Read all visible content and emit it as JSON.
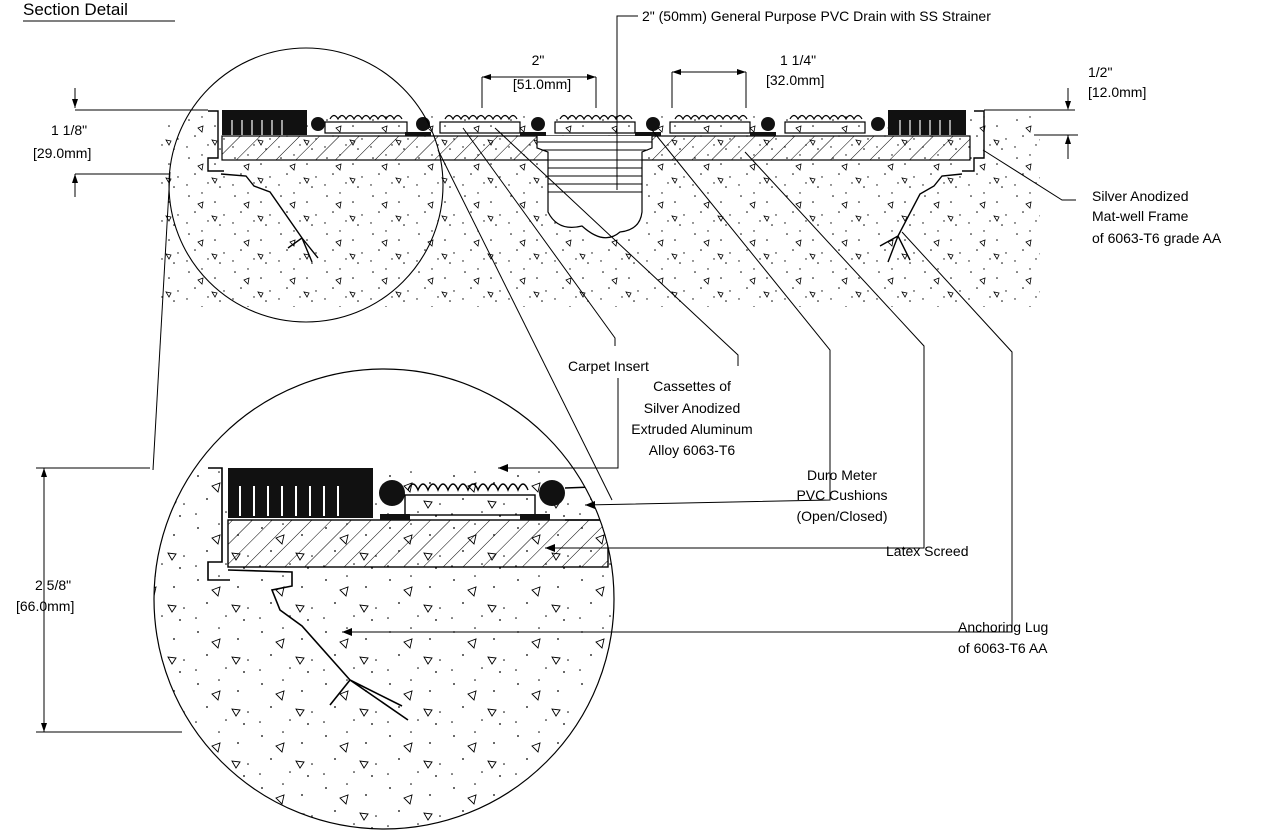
{
  "title": "Section Detail",
  "labels": {
    "drain": "2\" (50mm) General Purpose PVC Drain with SS Strainer",
    "dim_2_in": "2\"",
    "dim_2_mm": "[51.0mm]",
    "dim_114_in": "1 1/4\"",
    "dim_114_mm": "[32.0mm]",
    "dim_12_in": "1/2\"",
    "dim_12_mm": "[12.0mm]",
    "dim_118_in": "1 1/8\"",
    "dim_118_mm": "[29.0mm]",
    "dim_258_in": "2 5/8\"",
    "dim_258_mm": "[66.0mm]",
    "frame_1": "Silver Anodized",
    "frame_2": "Mat-well Frame",
    "frame_3": "of 6063-T6 grade AA",
    "carpet": "Carpet Insert",
    "cassettes_1": "Cassettes of",
    "cassettes_2": "Silver Anodized",
    "cassettes_3": "Extruded Aluminum",
    "cassettes_4": "Alloy 6063-T6",
    "duro_1": "Duro Meter",
    "duro_2": "PVC Cushions",
    "duro_3": "(Open/Closed)",
    "latex": "Latex Screed",
    "lug_1": "Anchoring Lug",
    "lug_2": "of 6063-T6 AA"
  },
  "colors": {
    "line": "#000000",
    "fill_dark": "#111111",
    "background": "#ffffff"
  }
}
